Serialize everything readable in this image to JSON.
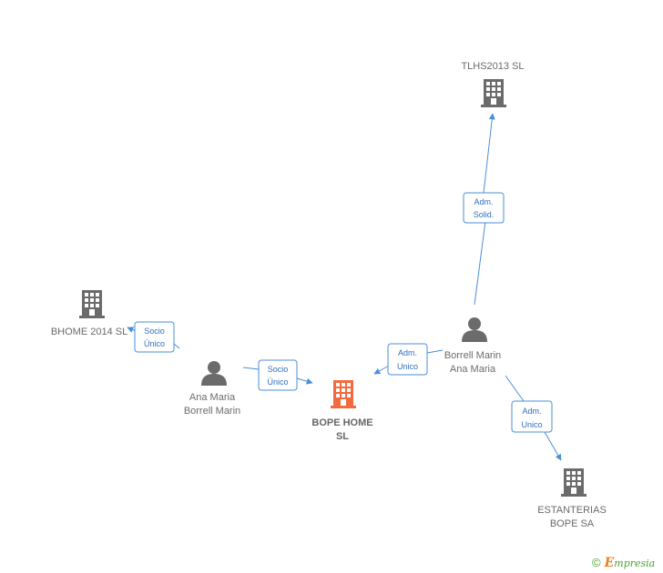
{
  "colors": {
    "edge": "#4a8fd8",
    "company": "#6b6b6b",
    "focus_company": "#f26a3d",
    "person": "#6b6b6b"
  },
  "nodes": [
    {
      "id": "tlhs",
      "type": "company",
      "icon": "building-icon",
      "lines": [
        "TLHS2013  SL"
      ]
    },
    {
      "id": "bhome",
      "type": "company",
      "icon": "building-icon",
      "lines": [
        "BHOME 2014  SL"
      ]
    },
    {
      "id": "bope",
      "type": "company",
      "focus": true,
      "icon": "building-icon",
      "lines": [
        "BOPE HOME",
        "SL"
      ]
    },
    {
      "id": "estanterias",
      "type": "company",
      "icon": "building-icon",
      "lines": [
        "ESTANTERIAS",
        "BOPE SA"
      ]
    },
    {
      "id": "ana",
      "type": "person",
      "icon": "person-icon",
      "lines": [
        "Ana Maria",
        "Borrell Marin"
      ]
    },
    {
      "id": "borrell",
      "type": "person",
      "icon": "person-icon",
      "lines": [
        "Borrell Marin",
        "Ana Maria"
      ]
    }
  ],
  "edges": [
    {
      "id": "borrell-tlhs",
      "lines": [
        "Adm.",
        "Solid."
      ]
    },
    {
      "id": "ana-bhome",
      "lines": [
        "Socio",
        "Único"
      ]
    },
    {
      "id": "ana-bope",
      "lines": [
        "Socio",
        "Único"
      ]
    },
    {
      "id": "borrell-bope",
      "lines": [
        "Adm.",
        "Unico"
      ]
    },
    {
      "id": "borrell-estanterias",
      "lines": [
        "Adm.",
        "Unico"
      ]
    }
  ],
  "footer": {
    "copyright_symbol": "©",
    "brand_first": "E",
    "brand_rest": "mpresia"
  }
}
